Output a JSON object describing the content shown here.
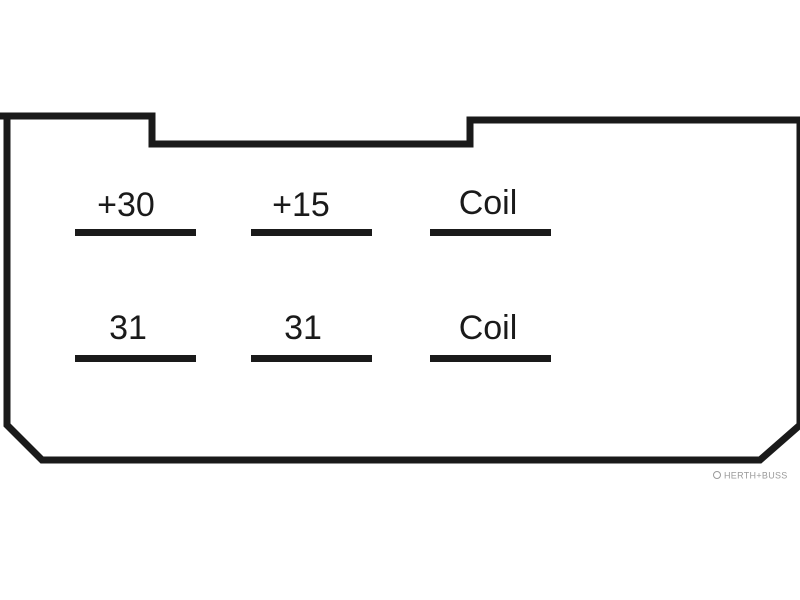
{
  "connector": {
    "pins": [
      {
        "id": "pin-top-1",
        "label": "+30"
      },
      {
        "id": "pin-top-2",
        "label": "+15"
      },
      {
        "id": "pin-top-3",
        "label": "Coil"
      },
      {
        "id": "pin-bottom-1",
        "label": "31"
      },
      {
        "id": "pin-bottom-2",
        "label": "31"
      },
      {
        "id": "pin-bottom-3",
        "label": "Coil"
      }
    ]
  },
  "watermark": {
    "text": "HERTH+BUSS"
  },
  "colors": {
    "outline": "#1a1a1a",
    "background": "#ffffff",
    "watermark": "#9a9a9a"
  }
}
